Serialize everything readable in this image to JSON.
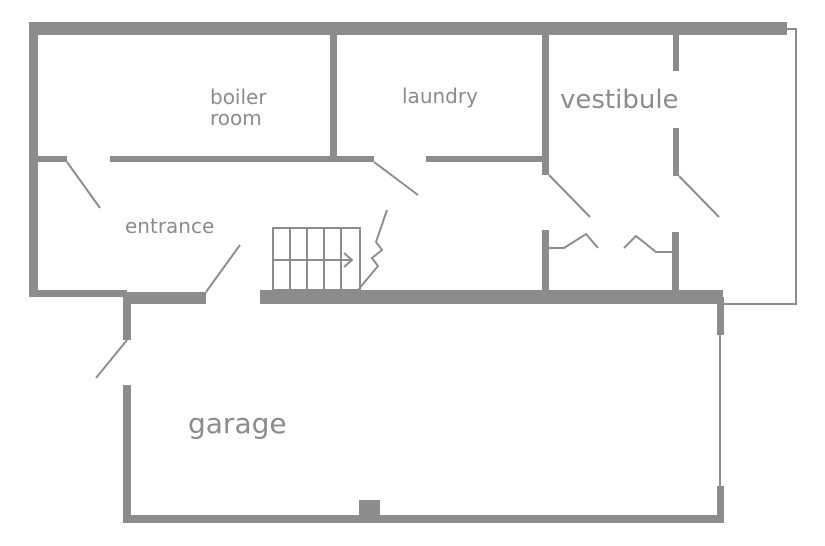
{
  "colors": {
    "wall": "#8c8c8c",
    "thin_line": "#8c8c8c",
    "label": "#8c8c8c",
    "background": "#ffffff"
  },
  "rooms": {
    "boiler_room": {
      "label_line1": "boiler",
      "label_line2": "room"
    },
    "laundry": {
      "label": "laundry"
    },
    "vestibule": {
      "label": "vestibule"
    },
    "entrance": {
      "label": "entrance"
    },
    "garage": {
      "label": "garage"
    }
  }
}
